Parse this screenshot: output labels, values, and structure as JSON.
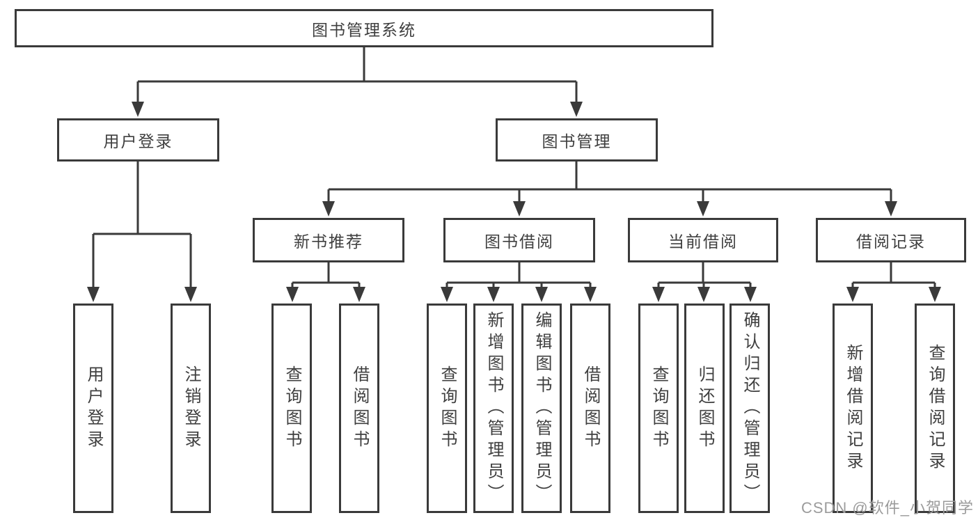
{
  "tree": {
    "root": {
      "label": "图书管理系统"
    },
    "branches": [
      {
        "label": "用户登录",
        "children": [
          {
            "label": "用户登录"
          },
          {
            "label": "注销登录"
          }
        ]
      },
      {
        "label": "图书管理",
        "children": [
          {
            "label": "新书推荐",
            "children": [
              {
                "label": "查询图书"
              },
              {
                "label": "借阅图书"
              }
            ]
          },
          {
            "label": "图书借阅",
            "children": [
              {
                "label": "查询图书"
              },
              {
                "label": "新增图书（管理员）"
              },
              {
                "label": "编辑图书（管理员）"
              },
              {
                "label": "借阅图书"
              }
            ]
          },
          {
            "label": "当前借阅",
            "children": [
              {
                "label": "查询图书"
              },
              {
                "label": "归还图书"
              },
              {
                "label": "确认归还（管理员）"
              }
            ]
          },
          {
            "label": "借阅记录",
            "children": [
              {
                "label": "新增借阅记录"
              },
              {
                "label": "查询借阅记录"
              }
            ]
          }
        ]
      }
    ]
  },
  "watermark": {
    "text": "CSDN @软件_小贺同学"
  },
  "colors": {
    "line": "#3a3a3a",
    "box_border": "#3a3a3a",
    "text": "#3f3f3f",
    "watermark": "#9b9b9b",
    "background": "#ffffff"
  }
}
